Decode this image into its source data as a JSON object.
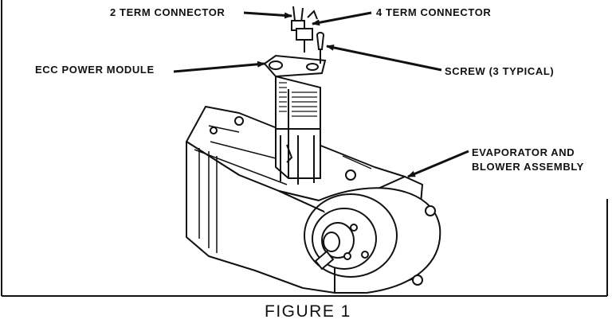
{
  "labels": {
    "two_term_connector": "2 TERM CONNECTOR",
    "four_term_connector": "4 TERM CONNECTOR",
    "ecc_power_module": "ECC POWER MODULE",
    "screw": "SCREW (3 TYPICAL)",
    "evaporator_line1": "EVAPORATOR AND",
    "evaporator_line2": "BLOWER ASSEMBLY"
  },
  "caption": "FIGURE 1",
  "colors": {
    "ink": "#111111",
    "paper": "#ffffff"
  }
}
